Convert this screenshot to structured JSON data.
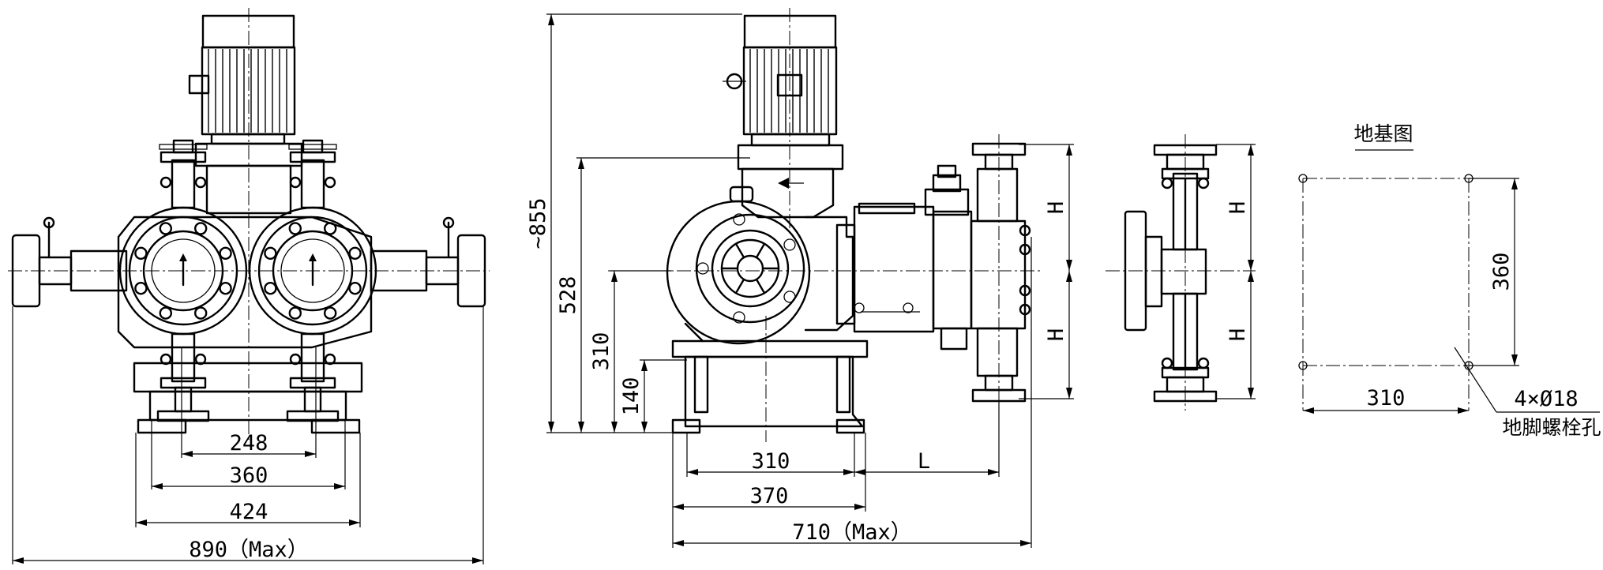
{
  "title": "地基图",
  "bolt_note": "4×Ø18",
  "bolt_label": "地脚螺栓孔",
  "front_view": {
    "dim_248": "248",
    "dim_360": "360",
    "dim_424": "424",
    "dim_890": "890（Max）"
  },
  "side_view": {
    "dim_855": "~855",
    "dim_528": "528",
    "dim_310_h": "310",
    "dim_140": "140",
    "dim_310_w": "310",
    "dim_L": "L",
    "dim_370": "370",
    "dim_710": "710（Max）",
    "dim_H_upper": "H",
    "dim_H_lower": "H"
  },
  "head_view": {
    "dim_H_upper": "H",
    "dim_H_lower": "H"
  },
  "foundation": {
    "dim_360": "360",
    "dim_310": "310"
  }
}
